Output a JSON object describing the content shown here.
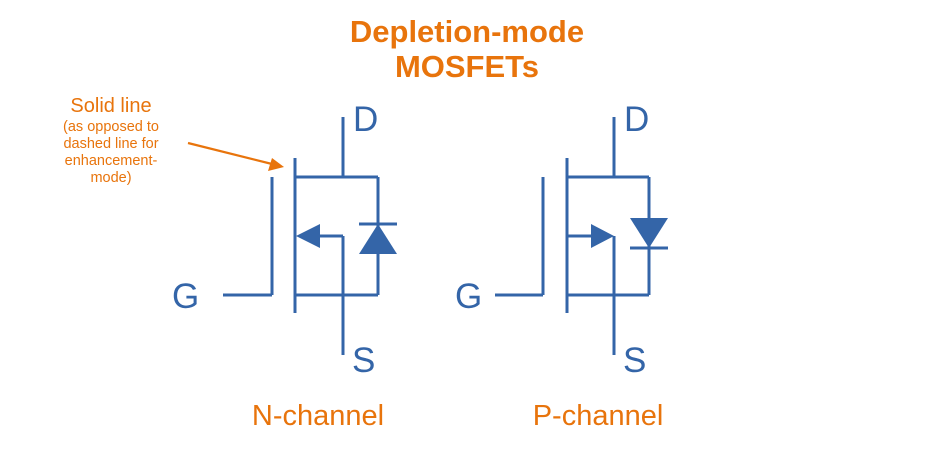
{
  "title": {
    "line1": "Depletion-mode",
    "line2": "MOSFETs"
  },
  "annotation": {
    "heading": "Solid line",
    "lines": [
      "(as opposed to",
      "dashed line for",
      "enhancement-",
      "mode)"
    ],
    "arrow_icon": "arrow-right-down"
  },
  "symbols": [
    {
      "name": "n-channel",
      "caption": "N-channel",
      "drain_label": "D",
      "gate_label": "G",
      "source_label": "S",
      "body_arrow_direction": "inward",
      "diode_direction": "cathode-top"
    },
    {
      "name": "p-channel",
      "caption": "P-channel",
      "drain_label": "D",
      "gate_label": "G",
      "source_label": "S",
      "body_arrow_direction": "outward",
      "diode_direction": "cathode-bottom"
    }
  ],
  "colors": {
    "symbol": "#3465A8",
    "accent": "#E8740C",
    "background": "#FFFFFF"
  }
}
